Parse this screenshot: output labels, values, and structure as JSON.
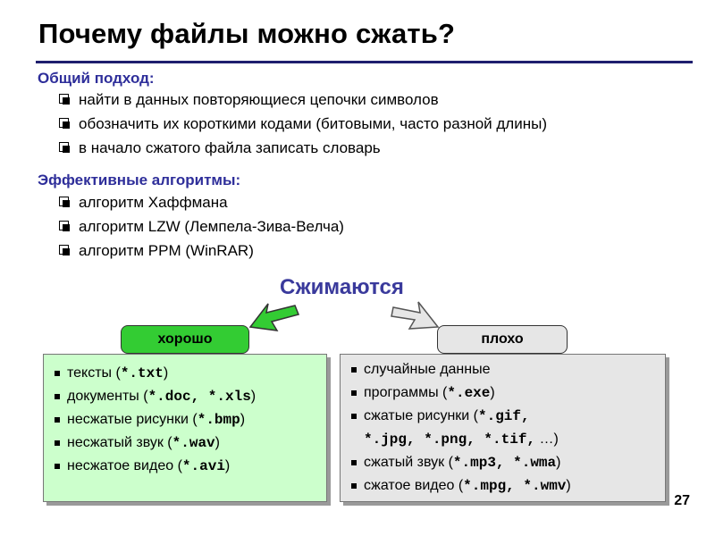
{
  "title": "Почему файлы можно сжать?",
  "section1": {
    "heading": "Общий подход:",
    "items": [
      "найти в данных повторяющиеся цепочки символов",
      "обозначить их короткими кодами (битовыми, часто разной длины)",
      "в начало сжатого файла записать словарь"
    ]
  },
  "section2": {
    "heading": "Эффективные алгоритмы:",
    "items": [
      "алгоритм Хаффмана",
      "алгоритм LZW (Лемпела-Зива-Велча)",
      "алгоритм PPM (WinRAR)"
    ]
  },
  "compress_label": "Сжимаются",
  "good": {
    "label": "хорошо",
    "items": [
      {
        "text": "тексты (",
        "code": "*.txt",
        "end": ")"
      },
      {
        "text": "документы (",
        "code": "*.doc, *.xls",
        "end": ")"
      },
      {
        "text": "несжатые рисунки (",
        "code": "*.bmp",
        "end": ")"
      },
      {
        "text": "несжатый звук (",
        "code": "*.wav",
        "end": ")"
      },
      {
        "text": "несжатое видео (",
        "code": "*.avi",
        "end": ")"
      }
    ]
  },
  "bad": {
    "label": "плохо",
    "item1": "случайные данные",
    "item2": {
      "text": "программы (",
      "code": "*.exe",
      "end": ")"
    },
    "item3": {
      "text": "сжатые рисунки (",
      "code": "*.gif,",
      "code2": "*.jpg, *.png, *.tif,",
      "end": " …)"
    },
    "item4": {
      "text": "сжатый звук (",
      "code": "*.mp3, *.wma",
      "end": ")"
    },
    "item5": {
      "text": "сжатое видео (",
      "code": "*.mpg, *.wmv",
      "end": ")"
    }
  },
  "page_number": "27",
  "colors": {
    "good_fill": "#33cc33",
    "good_box": "#ccffcc",
    "bad_fill": "#e6e6e6",
    "bad_box": "#e6e6e6",
    "heading": "#2e2e9a"
  }
}
